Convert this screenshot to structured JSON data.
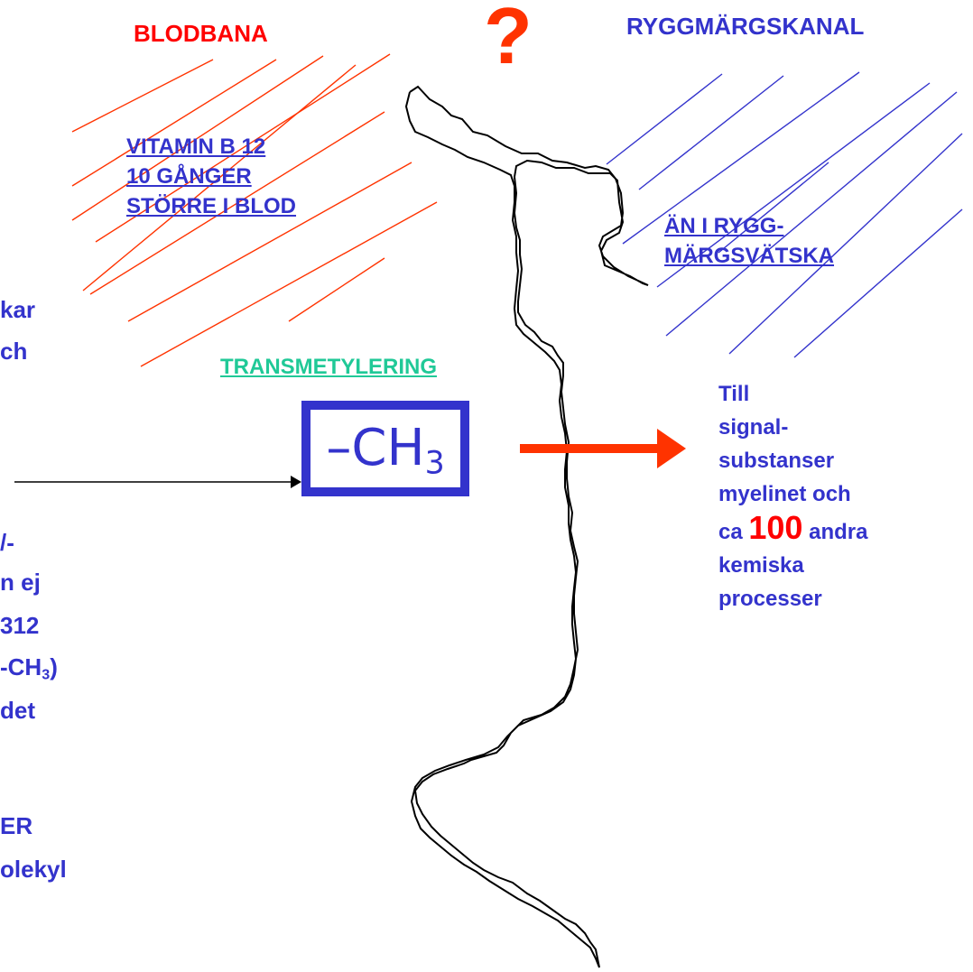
{
  "title_left": "BLODBANA",
  "title_right": "RYGGMÄRGSKANAL",
  "question_mark": "?",
  "blood_note": {
    "lines": [
      "VITAMIN  B 12",
      "10 GÅNGER",
      "STÖRRE I BLOD"
    ]
  },
  "csf_note": {
    "lines": [
      "ÄN I RYGG-",
      "MÄRGSVÄTSKA"
    ]
  },
  "process_label": "TRANSMETYLERING",
  "methyl_box": {
    "main": "–CH",
    "subscript": "3"
  },
  "outcome": {
    "line1": "Till",
    "line2": "signal-",
    "line3": "substanser",
    "line4": "myelinet och",
    "line5_pre": "ca",
    "line5_num": "100",
    "line5_post": "andra",
    "line6": "kemiska",
    "line7": "processer"
  },
  "left_fragments": {
    "f1": "kar",
    "f2": "ch",
    "f3": "/-",
    "f4": "n ej",
    "f5": "312",
    "f6_main": "-CH",
    "f6_sub": "3",
    "f6_end": ")",
    "f7": "det",
    "f8": "ER",
    "f9": "olekyl"
  },
  "colors": {
    "blue_text": "#3333cc",
    "red_text": "#ff0000",
    "process_label": "#20c997",
    "blood_hatch": "#ff3300",
    "csf_hatch": "#3333cc",
    "arrow_out": "#ff3300",
    "arrow_in": "#000000",
    "barrier": "#000000"
  },
  "icons": {
    "arrow_in": "arrow-right-icon",
    "arrow_out": "arrow-right-icon"
  }
}
